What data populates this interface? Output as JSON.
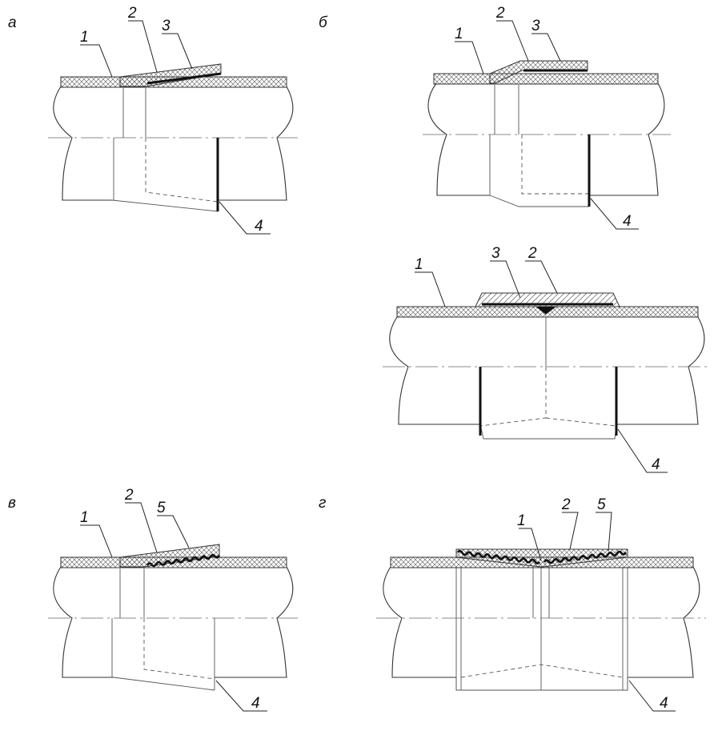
{
  "panels": [
    {
      "id": "a",
      "label": "а",
      "callouts": [
        "1",
        "2",
        "3",
        "4"
      ]
    },
    {
      "id": "b",
      "label": "б",
      "callouts": [
        "1",
        "2",
        "3",
        "4"
      ]
    },
    {
      "id": "b2",
      "label": "",
      "callouts": [
        "1",
        "3",
        "2",
        "4"
      ]
    },
    {
      "id": "v",
      "label": "в",
      "callouts": [
        "1",
        "2",
        "5",
        "4"
      ]
    },
    {
      "id": "g",
      "label": "г",
      "callouts": [
        "1",
        "2",
        "5",
        "4"
      ]
    }
  ]
}
